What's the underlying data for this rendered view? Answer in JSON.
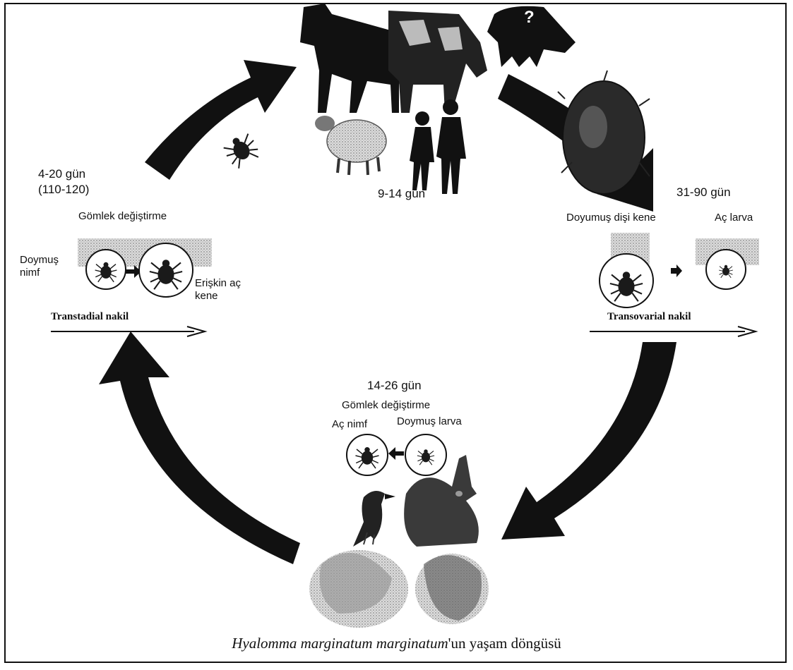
{
  "hosts": {
    "large": [
      "horse-icon",
      "cow-icon",
      "boar-icon",
      "sheep-icon",
      "humans-icon"
    ],
    "large_question": "?",
    "large_duration": "9-14 gün",
    "small": [
      "bird-icon",
      "hare-icon",
      "hedgehog-icon",
      "rodent-icon"
    ]
  },
  "left": {
    "duration": "4-20 gün",
    "duration_sub": "(110-120)",
    "molt": "Gömlek değiştirme",
    "engorged_nymph_1": "Doymuş",
    "engorged_nymph_2": "nimf",
    "hungry_adult_1": "Erişkin aç",
    "hungry_adult_2": "kene",
    "transmission": "Transtadial nakil"
  },
  "right": {
    "duration": "31-90 gün",
    "engorged_female": "Doyumuş dişi kene",
    "hungry_larva": "Aç larva",
    "transmission": "Transovarial nakil"
  },
  "bottom": {
    "duration": "14-26 gün",
    "molt": "Gömlek değiştirme",
    "hungry_nymph": "Aç nimf",
    "engorged_larva": "Doymuş larva"
  },
  "caption": {
    "species": "Hyalomma marginatum marginatum",
    "suffix": "'un yaşam döngüsü"
  }
}
